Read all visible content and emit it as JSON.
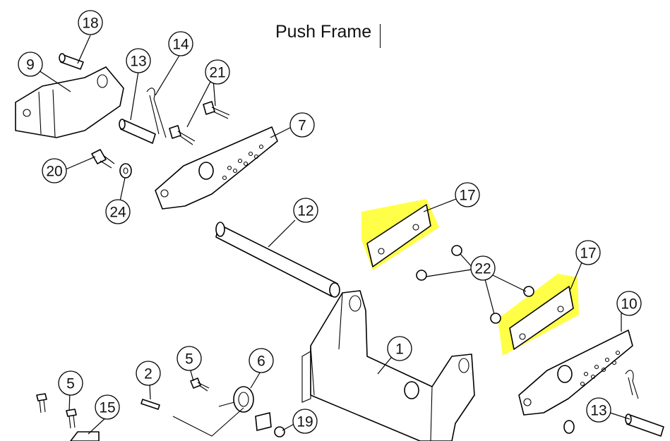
{
  "document": {
    "title": "Push Frame"
  },
  "highlight_color": "#ffff33",
  "callouts": [
    {
      "id": "c18",
      "label": "18"
    },
    {
      "id": "c9",
      "label": "9"
    },
    {
      "id": "c13a",
      "label": "13"
    },
    {
      "id": "c14",
      "label": "14"
    },
    {
      "id": "c21",
      "label": "21"
    },
    {
      "id": "c7",
      "label": "7"
    },
    {
      "id": "c20",
      "label": "20"
    },
    {
      "id": "c24",
      "label": "24"
    },
    {
      "id": "c12",
      "label": "12"
    },
    {
      "id": "c17a",
      "label": "17"
    },
    {
      "id": "c22",
      "label": "22"
    },
    {
      "id": "c17b",
      "label": "17"
    },
    {
      "id": "c10",
      "label": "10"
    },
    {
      "id": "c1",
      "label": "1"
    },
    {
      "id": "c5a",
      "label": "5"
    },
    {
      "id": "c6",
      "label": "6"
    },
    {
      "id": "c2",
      "label": "2"
    },
    {
      "id": "c5b",
      "label": "5"
    },
    {
      "id": "c15",
      "label": "15"
    },
    {
      "id": "c19",
      "label": "19"
    },
    {
      "id": "c13b",
      "label": "13"
    }
  ]
}
